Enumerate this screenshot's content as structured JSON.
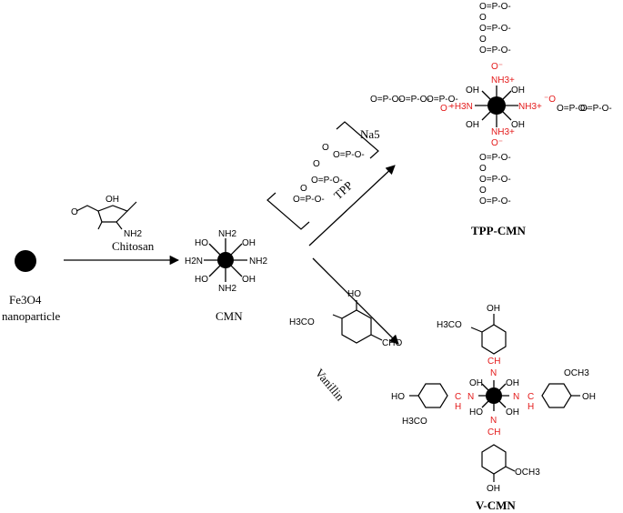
{
  "labels": {
    "fe3o4_line1": "Fe3O4",
    "fe3o4_line2": "nanoparticle",
    "cmn": "CMN",
    "tpp_cmn": "TPP-CMN",
    "v_cmn": "V-CMN"
  },
  "reagents": {
    "chitosan": "Chitosan",
    "tpp": "TPP",
    "na5": "Na5",
    "vanillin": "Vanillin"
  },
  "groups": {
    "oh": "OH",
    "ho": "HO",
    "nh2": "NH2",
    "h2n": "H2N",
    "nh3_plus": "NH3+",
    "h3n_plus": "+H3N",
    "och3": "OCH3",
    "h3co": "H3CO",
    "cho": "CHO",
    "phosphate_unit": "O=P-O-",
    "imine_ch": "CH",
    "imine_n": "N",
    "imine_h": "H",
    "imine_c": "C"
  },
  "colors": {
    "text": "#000000",
    "highlight": "#e41a1a",
    "core": "#000000"
  }
}
